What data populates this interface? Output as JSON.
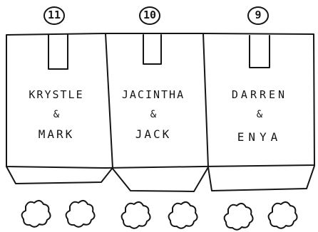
{
  "boxes": [
    {
      "number": "11",
      "line1": "KRYSTLE",
      "amp": "&",
      "line2": "MARK"
    },
    {
      "number": "10",
      "line1": "JACINTHA",
      "amp": "&",
      "line2": "JACK"
    },
    {
      "number": "9",
      "line1": "DARREN",
      "amp": "&",
      "line2": "ENYA"
    }
  ],
  "colors": {
    "ink": "#151515",
    "paper": "#ffffff"
  },
  "icons": [
    "number-circle-icon",
    "box-slot-icon",
    "flower-icon"
  ]
}
